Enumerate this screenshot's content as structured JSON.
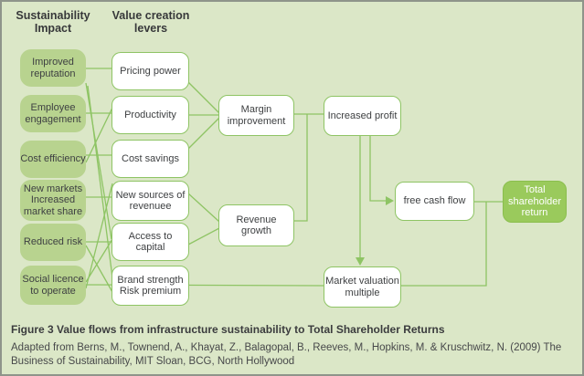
{
  "figure": {
    "column_headers": {
      "impact": "Sustainability\nImpact",
      "levers": "Value creation\nlevers"
    },
    "impact_boxes": [
      "Improved\nreputation",
      "Employee\nengagement",
      "Cost efficiency",
      "New markets\nIncreased\nmarket share",
      "Reduced risk",
      "Social licence\nto operate"
    ],
    "lever_boxes": [
      "Pricing power",
      "Productivity",
      "Cost savings",
      "New sources of\nrevenuee",
      "Access to\ncapital",
      "Brand strength\nRisk premium"
    ],
    "flow_boxes": {
      "margin_improvement": "Margin\nimprovement",
      "revenue_growth": "Revenue\ngrowth",
      "increased_profit": "Increased profit",
      "free_cash_flow": "free cash flow",
      "market_valuation_multiple": "Market valuation\nmultiple",
      "total_shareholder_return": "Total\nshareholder\nreturn"
    }
  },
  "caption": {
    "title": "Figure 3 Value flows from infrastructure sustainability to Total Shareholder Returns",
    "source": "Adapted from Berns, M., Townend, A., Khayat, Z., Balagopal, B., Reeves, M., Hopkins, M. & Kruschwitz, N. (2009) The Business of Sustainability, MIT Sloan, BCG, North Hollywood"
  },
  "colors": {
    "background": "#dbe7c7",
    "impact_box_fill": "#b8d38f",
    "connector_green": "#8ec464",
    "tsr_fill": "#9aca5c",
    "text_dark": "#3e4042",
    "outer_border_gray": "#8e948a",
    "white_box_fill": "#ffffff"
  }
}
